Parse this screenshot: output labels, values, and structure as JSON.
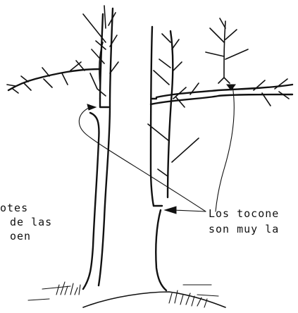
{
  "labels": {
    "left": [
      "otes",
      "de las",
      "oen"
    ],
    "right": [
      "Los tocone",
      "son muy la"
    ]
  },
  "colors": {
    "ink": "#111111",
    "paper": "#ffffff"
  }
}
